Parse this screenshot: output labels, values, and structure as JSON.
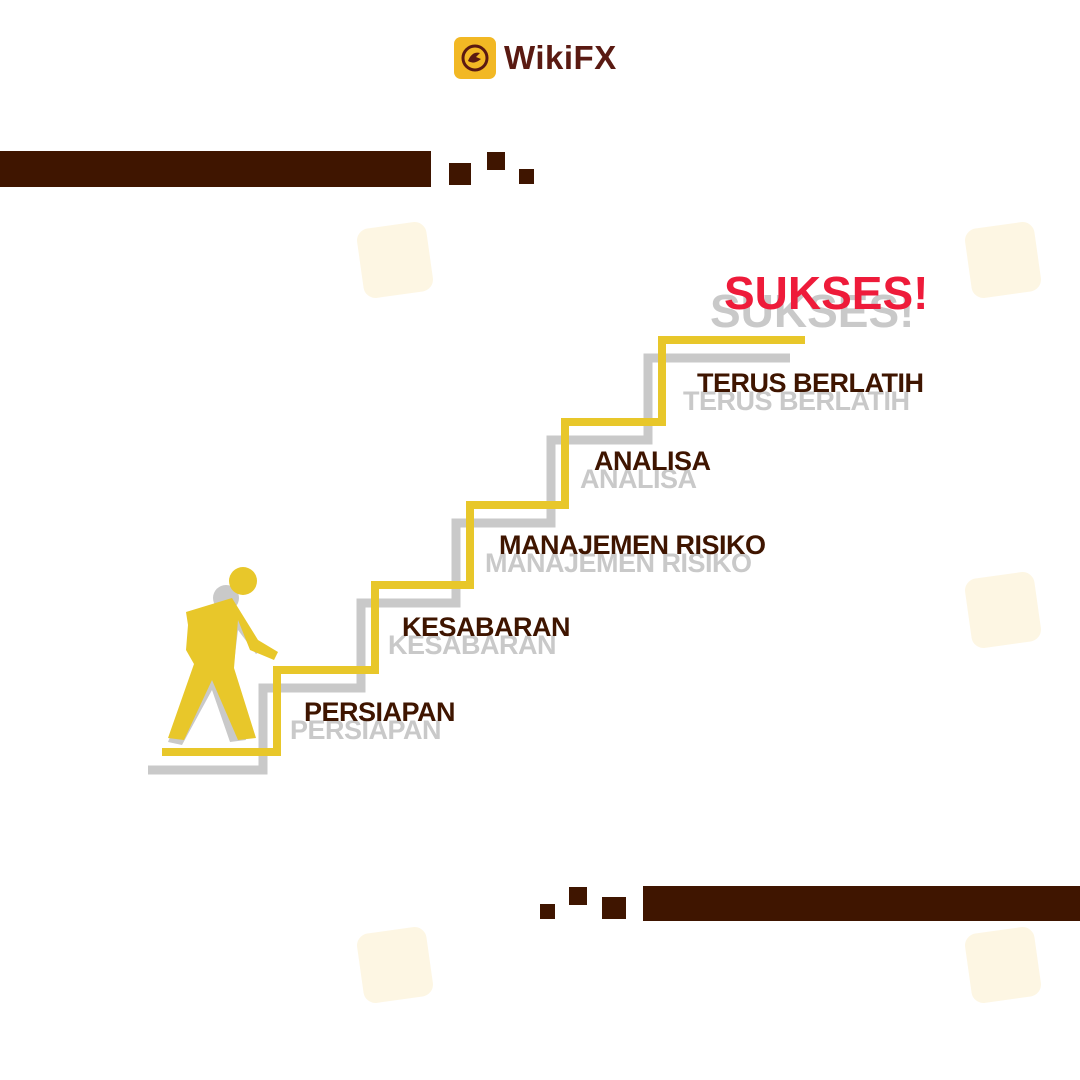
{
  "brand": {
    "name": "WikiFX",
    "watermark": "WikiFX"
  },
  "colors": {
    "brown": "#3f1500",
    "yellow": "#e8c72a",
    "red": "#ee1b3a",
    "gray": "#c9c9c9"
  },
  "steps": [
    {
      "label": "PERSIAPAN"
    },
    {
      "label": "KESABARAN"
    },
    {
      "label": "MANAJEMEN RISIKO"
    },
    {
      "label": "ANALISA"
    },
    {
      "label": "TERUS BERLATIH"
    }
  ],
  "goal": {
    "label": "SUKSES!"
  },
  "icons": {
    "logo": "eagle-logo-icon",
    "figure": "walking-person-icon"
  }
}
